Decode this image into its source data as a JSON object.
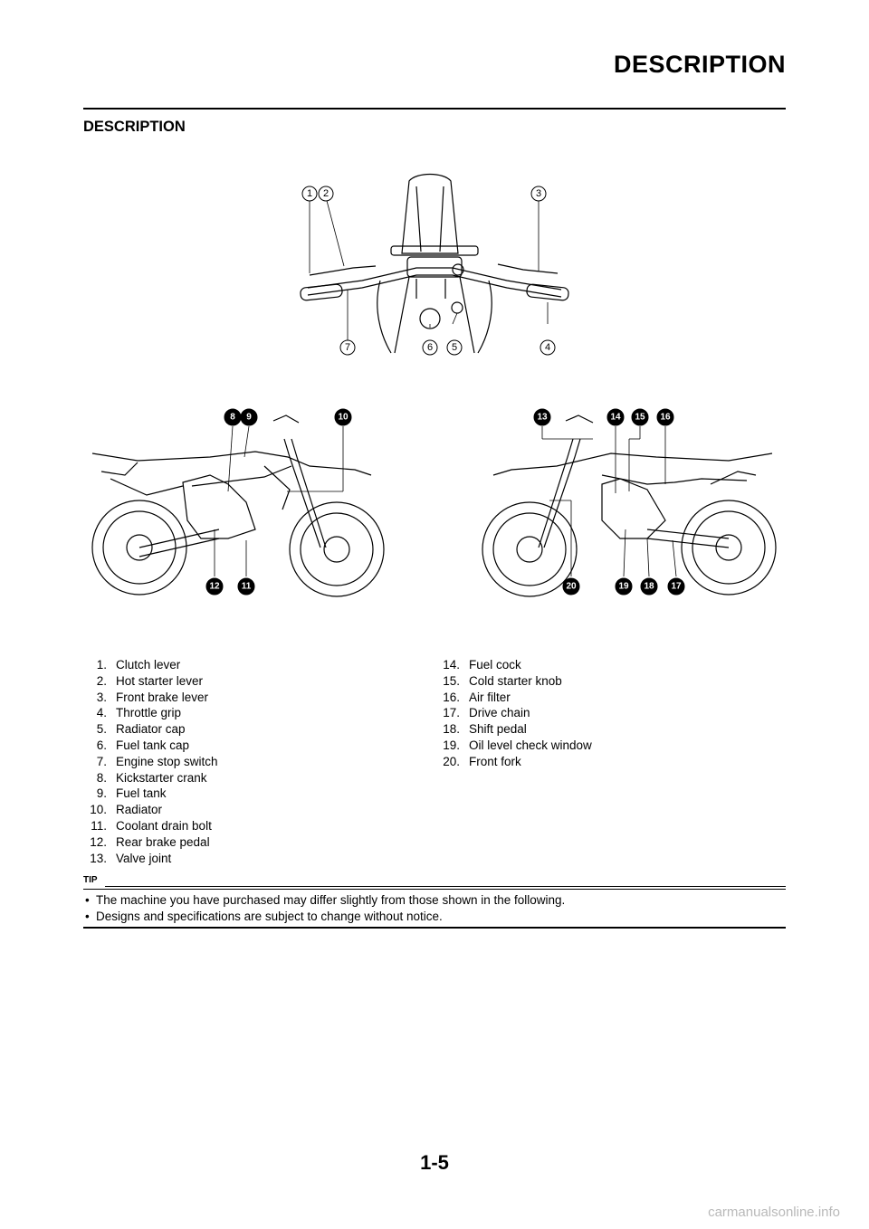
{
  "header": {
    "title": "DESCRIPTION"
  },
  "section": {
    "heading": "DESCRIPTION"
  },
  "figure_callouts": {
    "top_view": [
      "1",
      "2",
      "3",
      "4",
      "5",
      "6",
      "7"
    ],
    "left_side": [
      "8",
      "9",
      "10",
      "11",
      "12"
    ],
    "right_side": [
      "13",
      "14",
      "15",
      "16",
      "17",
      "18",
      "19",
      "20"
    ]
  },
  "legend": {
    "left_column": [
      {
        "num": "1.",
        "label": "Clutch lever"
      },
      {
        "num": "2.",
        "label": "Hot starter lever"
      },
      {
        "num": "3.",
        "label": "Front brake lever"
      },
      {
        "num": "4.",
        "label": "Throttle grip"
      },
      {
        "num": "5.",
        "label": "Radiator cap"
      },
      {
        "num": "6.",
        "label": "Fuel tank cap"
      },
      {
        "num": "7.",
        "label": "Engine stop switch"
      },
      {
        "num": "8.",
        "label": "Kickstarter crank"
      },
      {
        "num": "9.",
        "label": "Fuel tank"
      },
      {
        "num": "10.",
        "label": "Radiator"
      },
      {
        "num": "11.",
        "label": "Coolant drain bolt"
      },
      {
        "num": "12.",
        "label": "Rear brake pedal"
      },
      {
        "num": "13.",
        "label": "Valve joint"
      }
    ],
    "right_column": [
      {
        "num": "14.",
        "label": "Fuel cock"
      },
      {
        "num": "15.",
        "label": "Cold starter knob"
      },
      {
        "num": "16.",
        "label": "Air filter"
      },
      {
        "num": "17.",
        "label": "Drive chain"
      },
      {
        "num": "18.",
        "label": "Shift pedal"
      },
      {
        "num": "19.",
        "label": "Oil level check window"
      },
      {
        "num": "20.",
        "label": "Front fork"
      }
    ]
  },
  "tip": {
    "label": "TIP",
    "items": [
      "The machine you have purchased may differ slightly from those shown in the following.",
      "Designs and specifications are subject to change without notice."
    ]
  },
  "footer": {
    "page_number": "1-5",
    "watermark": "carmanualsonline.info"
  }
}
